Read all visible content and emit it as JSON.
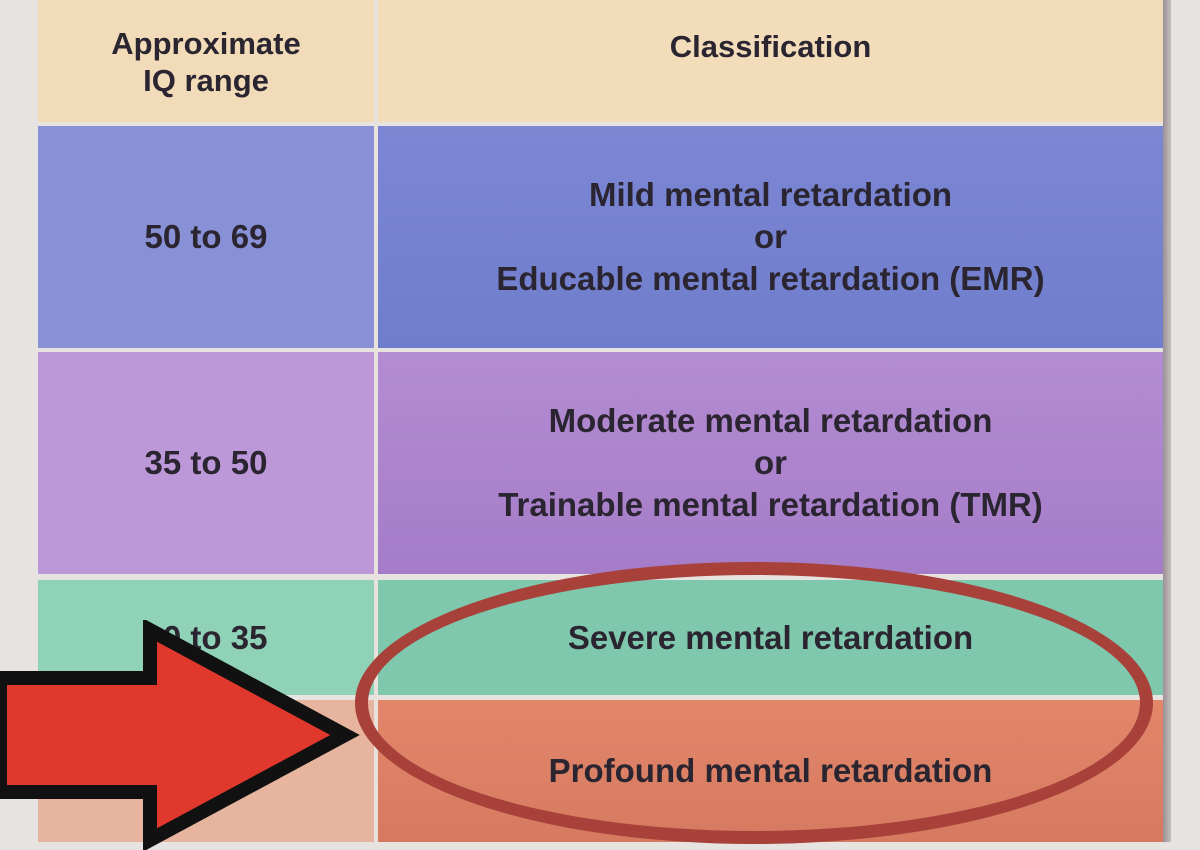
{
  "table": {
    "header": {
      "iq_range_line1": "Approximate",
      "iq_range_line2": "IQ range",
      "classification": "Classification"
    },
    "rows": [
      {
        "iq": "50 to 69",
        "line1": "Mild mental retardation",
        "line2": "or",
        "line3": "Educable mental retardation (EMR)",
        "color": "#7c87d4"
      },
      {
        "iq": "35 to 50",
        "line1": "Moderate mental retardation",
        "line2": "or",
        "line3": "Trainable mental retardation (TMR)",
        "color": "#b48cd2"
      },
      {
        "iq": "20 to 35",
        "line1": "Severe mental retardation",
        "color": "#7fc7ad"
      },
      {
        "iq": "",
        "line1": "Profound mental retardation",
        "color": "#e3876b"
      }
    ]
  },
  "annotations": {
    "arrow_color": "#e0382c",
    "ellipse_color": "#a8413a"
  }
}
